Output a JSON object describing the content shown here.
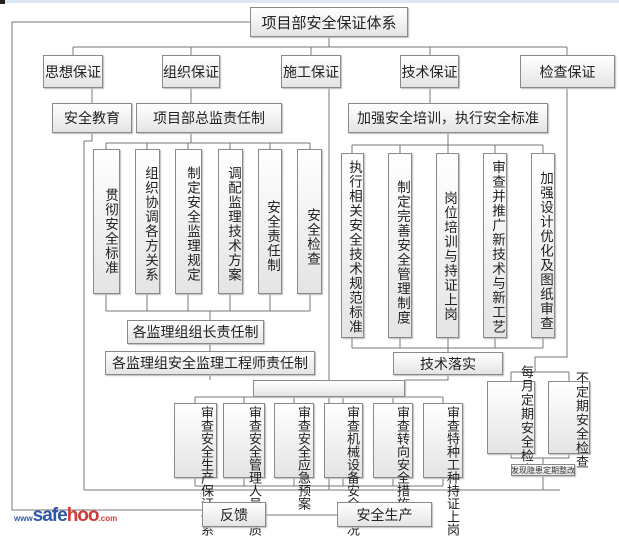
{
  "root": "项目部安全保证体系",
  "level1": [
    "思想保证",
    "组织保证",
    "施工保证",
    "技术保证",
    "检查保证"
  ],
  "level2": {
    "education": "安全教育",
    "chief": "项目部总监责任制",
    "training": "加强安全培训，执行安全标准"
  },
  "org_items": [
    "贯彻安全标准",
    "组织协调各方关系",
    "制定安全监理规定",
    "调配监理技术方案",
    "安全责任制",
    "安全检查"
  ],
  "group_leader": "各监理组组长责任制",
  "engineer": "各监理组安全监理工程师责任制",
  "tech_items": [
    "执行相关安全技术规范标准",
    "制定完善安全管理制度",
    "岗位培训与持证上岗",
    "审查并推广新技术与新工艺",
    "加强设计优化及图纸审查"
  ],
  "tech_result": "技术落实",
  "construction_items": [
    "审查安全生产保证体系",
    "审查安全管理人员资质",
    "审查安全应急预案",
    "审查机械设备安全状况",
    "审查转向安全措施",
    "审查特种工种持证上岗"
  ],
  "check_items": [
    "每月定期安全检查",
    "不定期安全检查"
  ],
  "rectify": "发现隐患定期整改",
  "feedback": "反馈",
  "safe_production": "安全生产",
  "logo": {
    "www": "www",
    "safe": "safe",
    "hoo": "hoo",
    "com": ".com"
  }
}
